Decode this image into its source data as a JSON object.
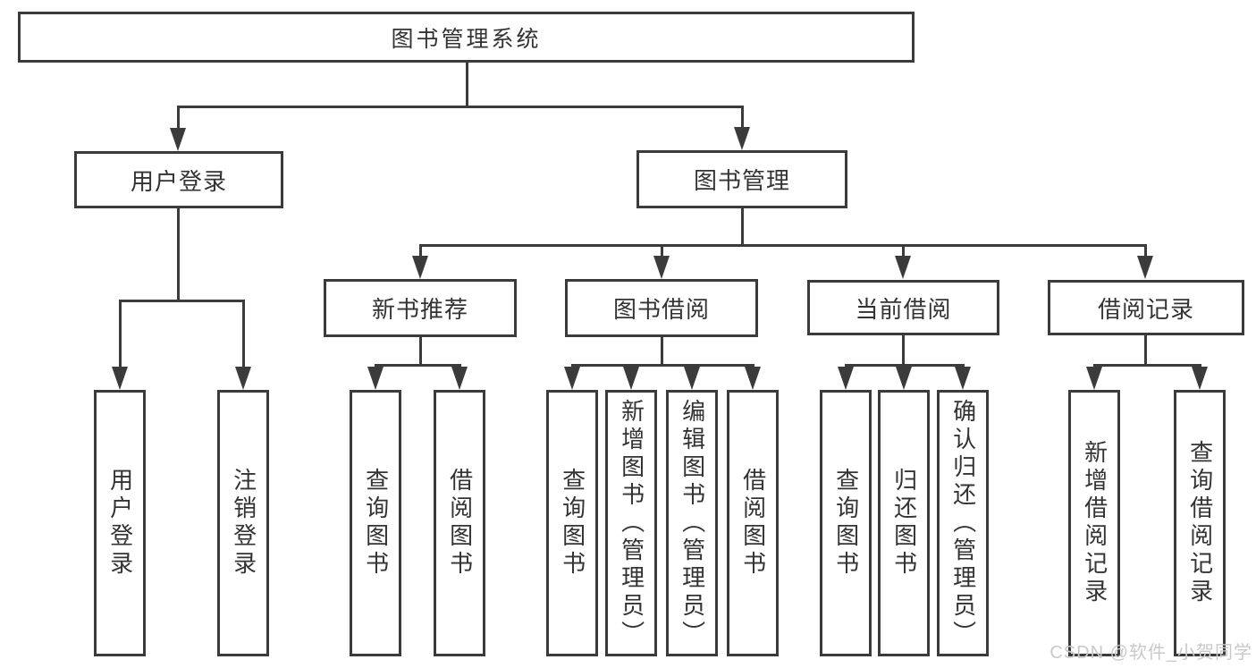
{
  "diagram": {
    "root_label": "图书管理系统",
    "user_login_label": "用户登录",
    "book_management_label": "图书管理",
    "module_labels": [
      "新书推荐",
      "图书借阅",
      "当前借阅",
      "借阅记录"
    ],
    "user_login_children": [
      "用户登录",
      "注销登录"
    ],
    "new_book_children": [
      "查询图书",
      "借阅图书"
    ],
    "book_borrow_children": [
      "查询图书",
      "新增图书（管理员）",
      "编辑图书（管理员）",
      "借阅图书"
    ],
    "current_borrow_children": [
      "查询图书",
      "归还图书",
      "确认归还（管理员）"
    ],
    "borrow_record_children": [
      "新增借阅记录",
      "查询借阅记录"
    ]
  },
  "watermark": {
    "text": "CSDN @软件_小贺同学"
  },
  "colors": {
    "line": "#3b3b3b",
    "text": "#333333",
    "watermark": "#c9c9c9",
    "background": "#ffffff"
  }
}
